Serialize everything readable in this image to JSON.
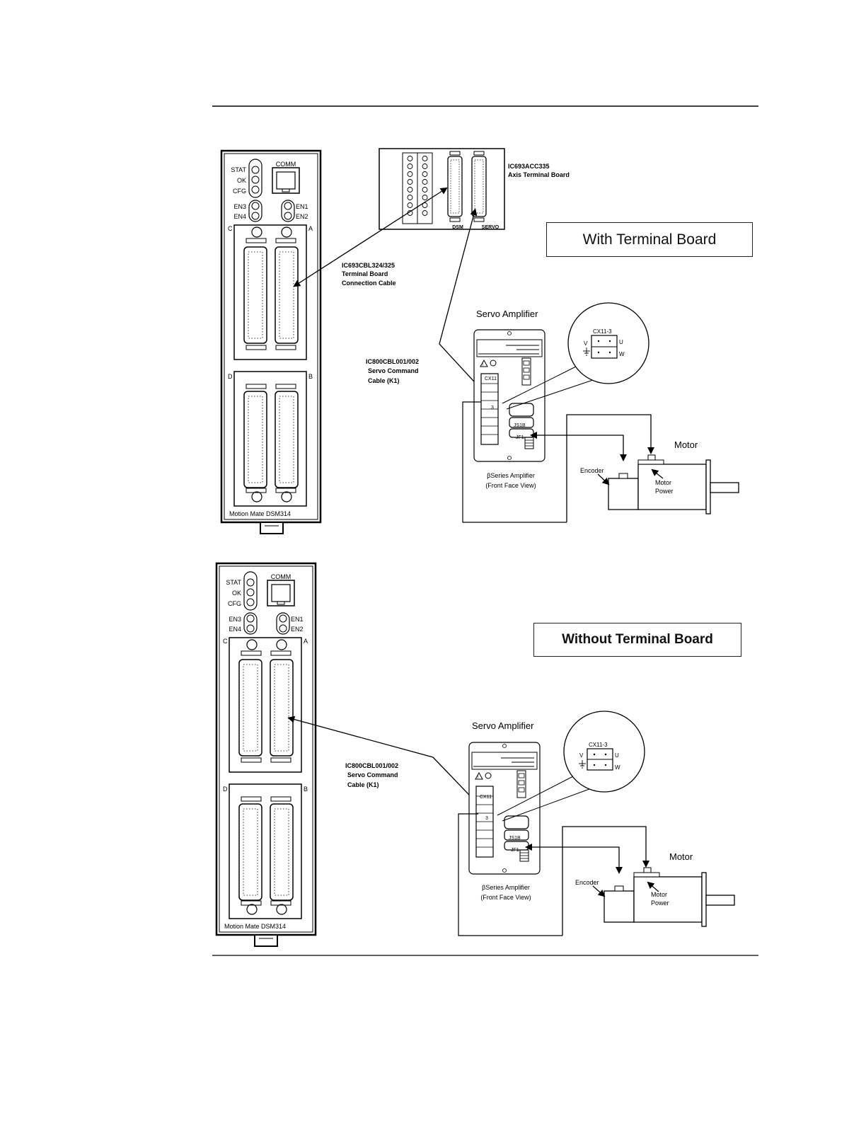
{
  "dsm": {
    "leds_left": [
      "STAT",
      "OK",
      "CFG"
    ],
    "comm": "COMM",
    "en_left": [
      "EN3",
      "EN4"
    ],
    "en_right": [
      "EN1",
      "EN2"
    ],
    "connector_letters": [
      "C",
      "A",
      "D",
      "B"
    ],
    "model_label": "Motion Mate DSM314"
  },
  "top": {
    "title": "With Terminal Board",
    "terminal_board": {
      "part": "IC693ACC335",
      "name": "Axis Terminal Board",
      "port_dsm": "DSM",
      "port_servo": "SERVO"
    },
    "tb_cable": [
      "IC693CBL324/325",
      "Terminal Board",
      "Connection Cable"
    ],
    "servo_cable": [
      "IC800CBL001/002",
      "Servo Command",
      "Cable (K1)"
    ]
  },
  "bottom": {
    "title": "Without Terminal Board",
    "servo_cable": [
      "IC800CBL001/002",
      "Servo Command",
      "Cable (K1)"
    ]
  },
  "amp": {
    "title": "Servo Amplifier",
    "cx11": "CX11",
    "pin": "3",
    "js1b": "JS1B",
    "jf1": "JF1",
    "footer": [
      "βSeries Amplifier",
      "(Front Face View)"
    ],
    "zoom_label": "CX11-3",
    "zoom_v": "V",
    "zoom_u": "U",
    "zoom_w": "W"
  },
  "motor": {
    "title": "Motor",
    "encoder": "Encoder",
    "power": [
      "Motor",
      "Power"
    ]
  }
}
